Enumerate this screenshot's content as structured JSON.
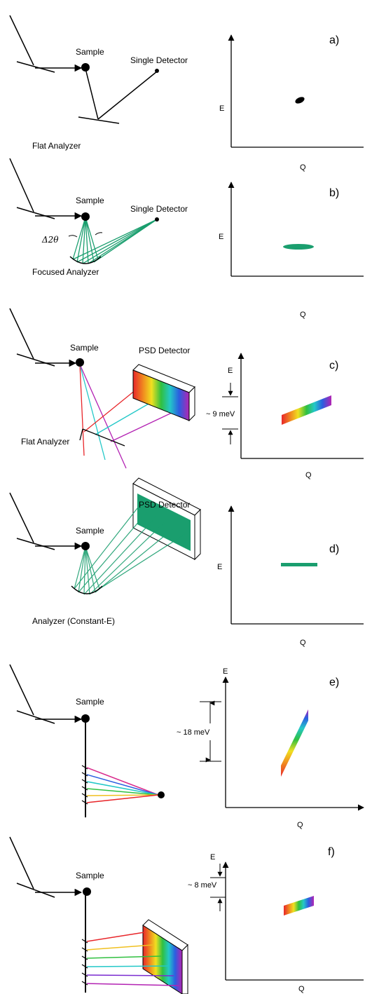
{
  "panels": [
    {
      "letter": "a)",
      "sample": "Sample",
      "detector": "Single Detector",
      "analyzer": "Flat Analyzer",
      "axis_e": "E",
      "axis_q": "Q"
    },
    {
      "letter": "b)",
      "sample": "Sample",
      "detector": "Single Detector",
      "analyzer": "Focused Analyzer",
      "angle": "Δ2θ",
      "axis_e": "E",
      "axis_q": "Q"
    },
    {
      "letter": "c)",
      "sample": "Sample",
      "detector": "PSD Detector",
      "analyzer": "Flat Analyzer",
      "energy": "~ 9 meV",
      "axis_e": "E",
      "axis_q": "Q"
    },
    {
      "letter": "d)",
      "sample": "Sample",
      "detector": "PSD Detector",
      "analyzer": "Analyzer (Constant-E)",
      "axis_e": "E",
      "axis_q": "Q"
    },
    {
      "letter": "e)",
      "sample": "Sample",
      "energy": "~ 18 meV",
      "axis_e": "E",
      "axis_q": "Q"
    },
    {
      "letter": "f)",
      "sample": "Sample",
      "energy": "~ 8 meV",
      "axis_e": "E",
      "axis_q": "Q"
    }
  ],
  "colors": {
    "green": "#1a9e6e",
    "red": "#e8262a",
    "cyan": "#23c8c8",
    "magenta": "#b323b3",
    "yellow": "#f0c020",
    "blue": "#2b5fe0",
    "purple": "#7a2bd0"
  }
}
